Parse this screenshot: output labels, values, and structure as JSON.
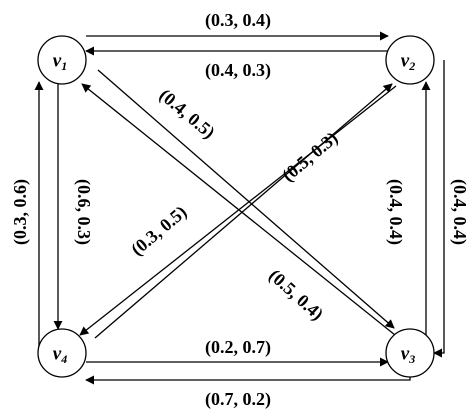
{
  "nodes": [
    {
      "id": "v1",
      "base": "v",
      "sub": "1"
    },
    {
      "id": "v2",
      "base": "v",
      "sub": "2"
    },
    {
      "id": "v3",
      "base": "v",
      "sub": "3"
    },
    {
      "id": "v4",
      "base": "v",
      "sub": "4"
    }
  ],
  "edges": [
    {
      "from": "v1",
      "to": "v2",
      "label": "(0.3, 0.4)"
    },
    {
      "from": "v2",
      "to": "v1",
      "label": "(0.4, 0.3)"
    },
    {
      "from": "v4",
      "to": "v3",
      "label": "(0.2, 0.7)"
    },
    {
      "from": "v3",
      "to": "v4",
      "label": "(0.7, 0.2)"
    },
    {
      "from": "v4",
      "to": "v1",
      "label": "(0.3, 0.6)"
    },
    {
      "from": "v1",
      "to": "v4",
      "label": "(0.6, 0.3)"
    },
    {
      "from": "v3",
      "to": "v2",
      "label": "(0.4, 0.4)"
    },
    {
      "from": "v2",
      "to": "v3",
      "label": "(0.4, 0.4)"
    },
    {
      "from": "v3",
      "to": "v1",
      "label": "(0.4, 0.5)"
    },
    {
      "from": "v1",
      "to": "v3",
      "label": "(0.5, 0.4)"
    },
    {
      "from": "v4",
      "to": "v2",
      "label": "(0.5, 0.3)"
    },
    {
      "from": "v2",
      "to": "v4",
      "label": "(0.3, 0.5)"
    }
  ]
}
